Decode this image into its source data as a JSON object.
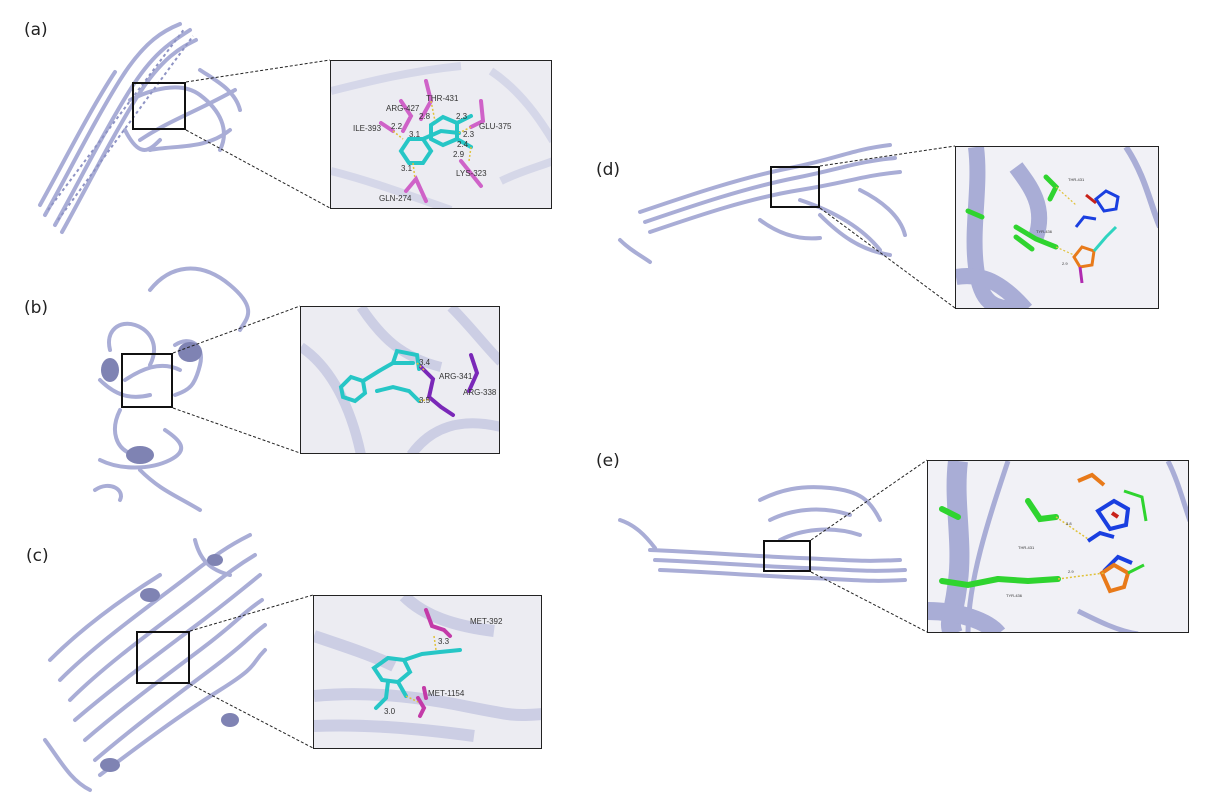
{
  "panels": {
    "a": {
      "label": "(a)",
      "residues": [
        "ARG-427",
        "THR-431",
        "ILE-393",
        "GLU-375",
        "LYS-323",
        "GLN-274"
      ],
      "distances": [
        "2.8",
        "2.2",
        "3.1",
        "2.3",
        "2.4",
        "2.9",
        "3.1",
        "2.3"
      ]
    },
    "b": {
      "label": "(b)",
      "residues": [
        "ARG-341",
        "ARG-338"
      ],
      "distances": [
        "3.4",
        "3.5"
      ]
    },
    "c": {
      "label": "(c)",
      "residues": [
        "MET-392",
        "MET-1154"
      ],
      "distances": [
        "3.3",
        "3.0"
      ]
    },
    "d": {
      "label": "(d)",
      "residues": [
        "THR-431",
        "TYR-436"
      ],
      "distances": [
        "2.9"
      ]
    },
    "e": {
      "label": "(e)",
      "residues": [
        "THR-431",
        "TYR-436"
      ],
      "distances": [
        "3.8",
        "2.9"
      ]
    }
  },
  "colors": {
    "protein": "#a9add6",
    "ligand": "#26c6c6",
    "residue_a": "#cf62c8",
    "residue_b": "#7a28b8",
    "residue_c": "#c33aa8",
    "residue_de": "#2fd42f",
    "hbond": "#e0c23a"
  }
}
